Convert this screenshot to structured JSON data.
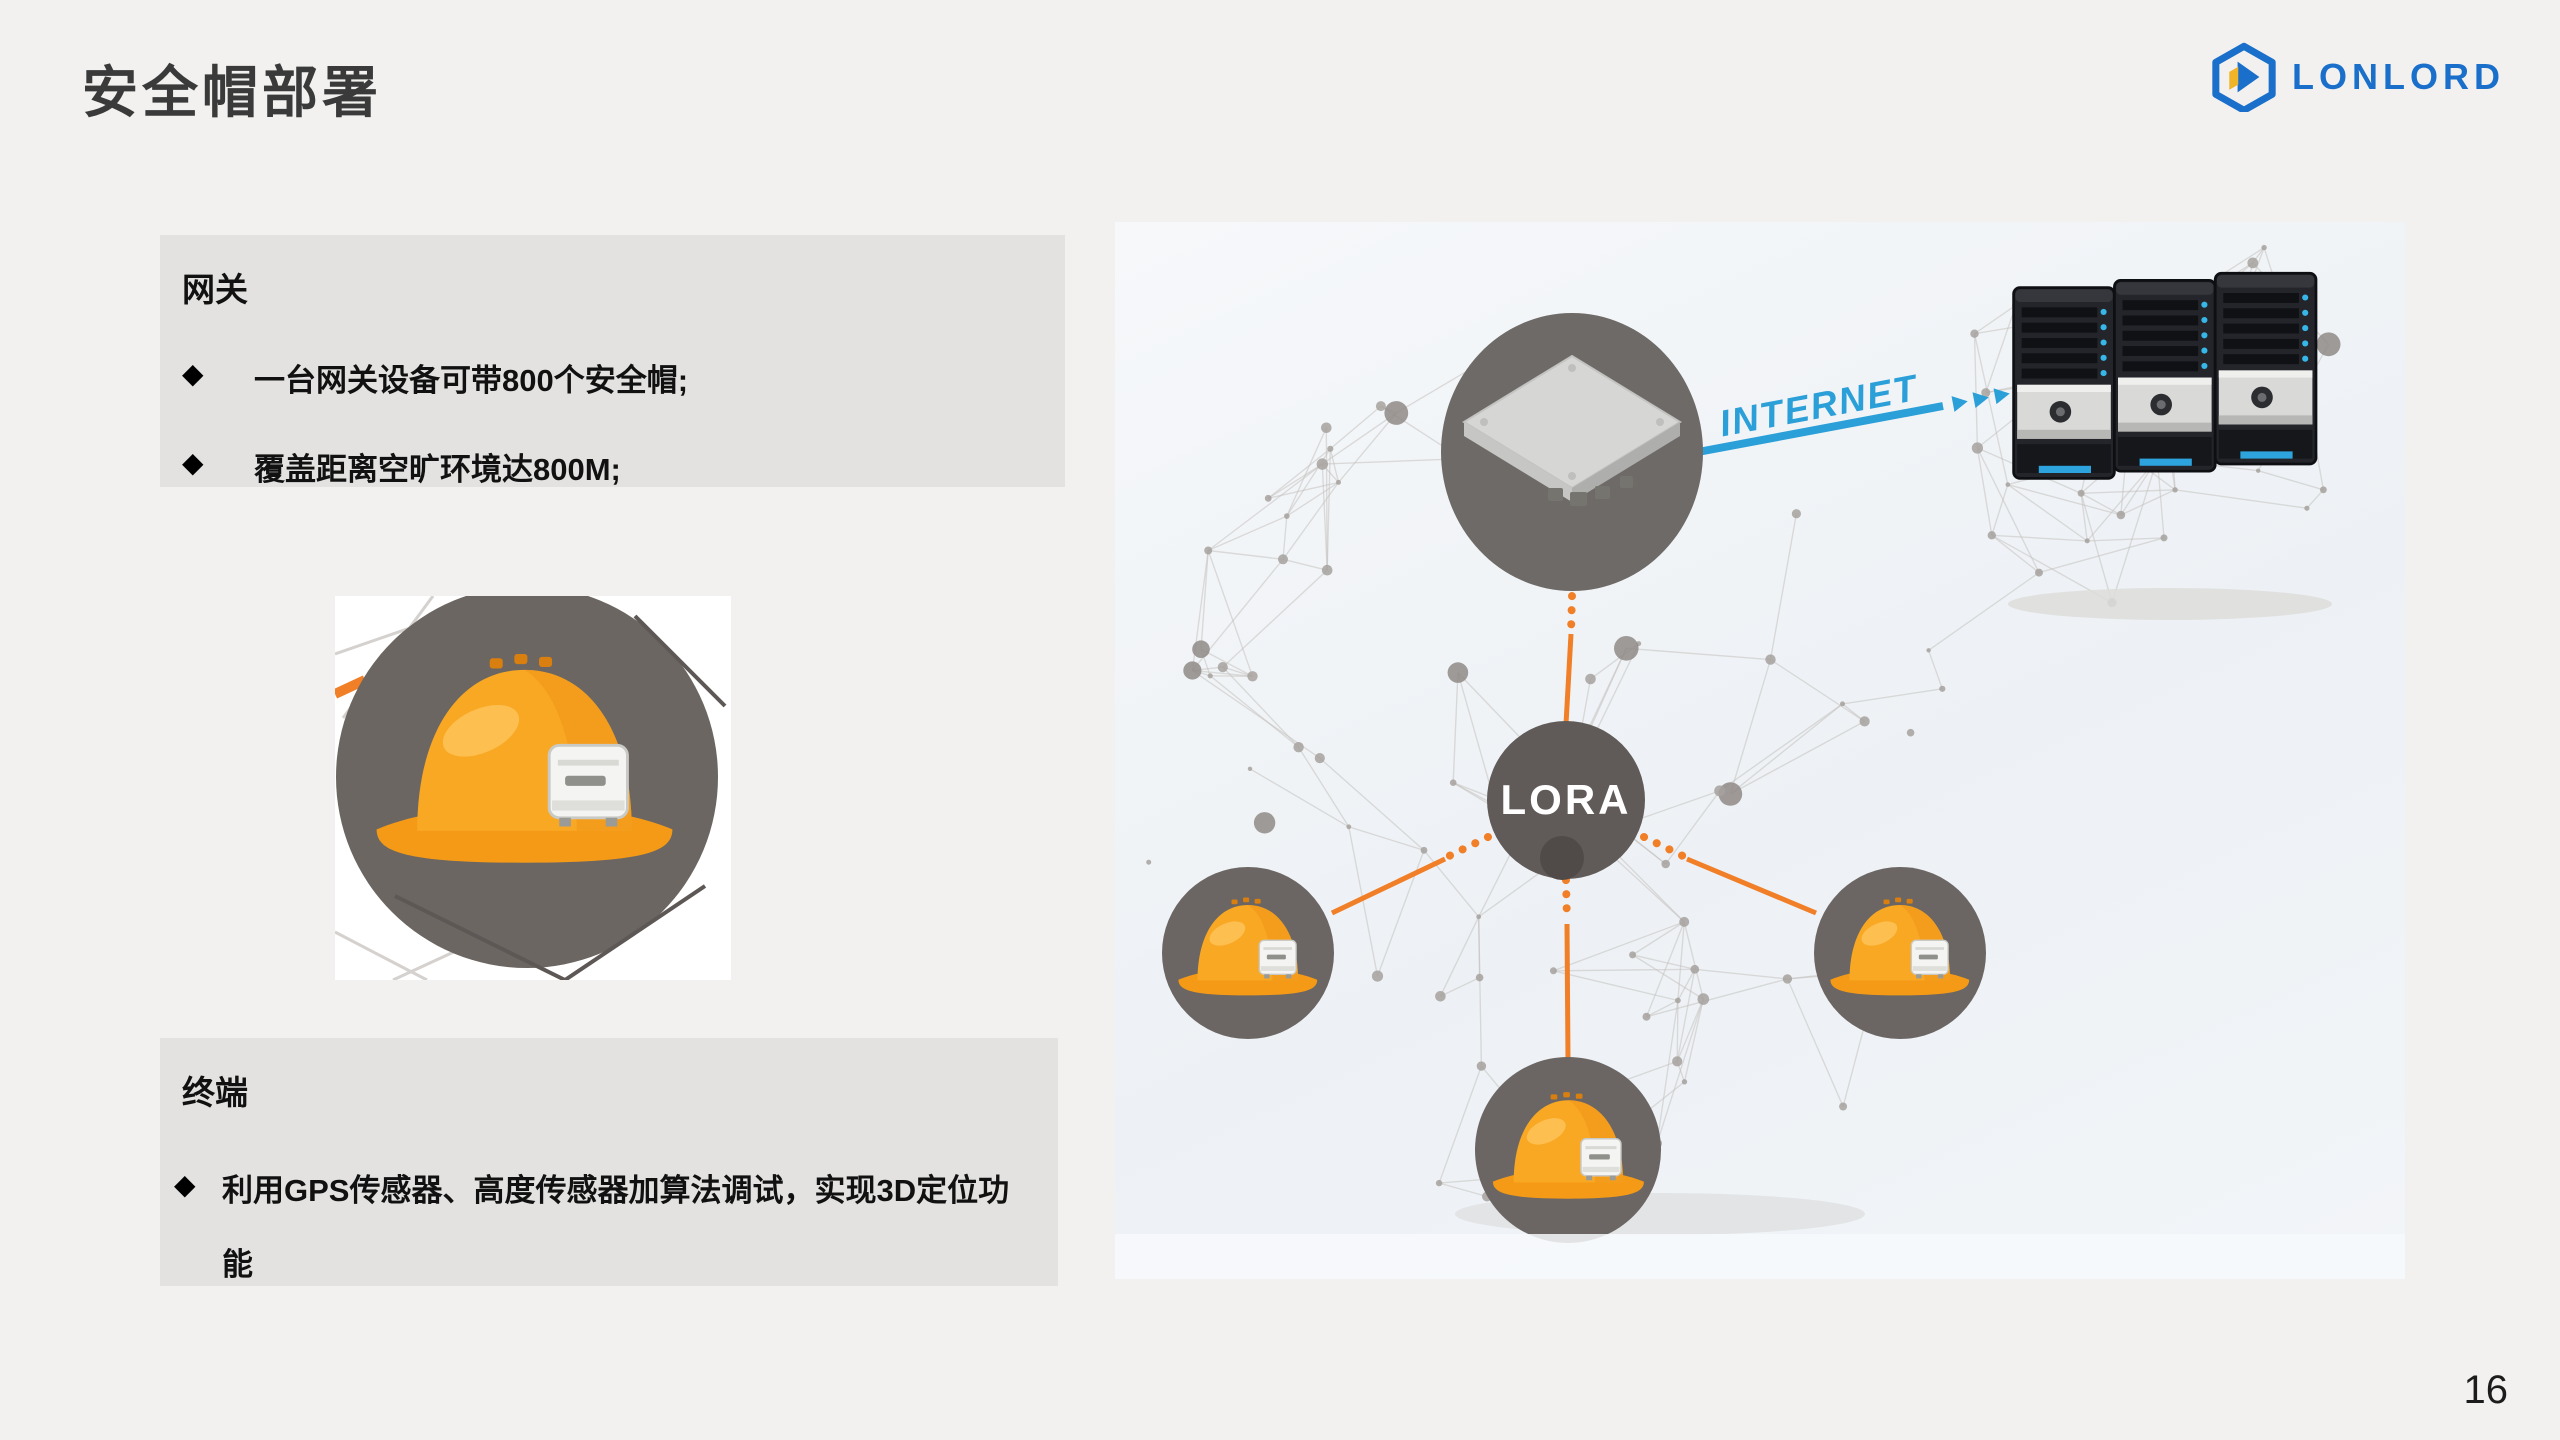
{
  "slide": {
    "title": "安全帽部署",
    "page_number": "16"
  },
  "logo": {
    "brand": "LONLORD"
  },
  "bullet_marker": "◆",
  "gateway_box": {
    "heading": "网关",
    "bullets": [
      "一台网关设备可带800个安全帽;",
      "覆盖距离空旷环境达800M;"
    ]
  },
  "terminal_box": {
    "heading": "终端",
    "bullets": [
      "利用GPS传感器、高度传感器加算法调试，实现3D定位功能"
    ]
  },
  "diagram": {
    "internet_label": "INTERNET",
    "lora_label": "LORA",
    "colors": {
      "orange": "#f07f28",
      "blue": "#2b9fd8",
      "node_gray": "#6b6662",
      "mesh_line": "#c6c3c0",
      "mesh_dot": "#a6a19e",
      "mesh_dot_big": "#8f8a86",
      "helmet_orange": "#f9a823",
      "brand_blue": "#1a6fca"
    }
  }
}
